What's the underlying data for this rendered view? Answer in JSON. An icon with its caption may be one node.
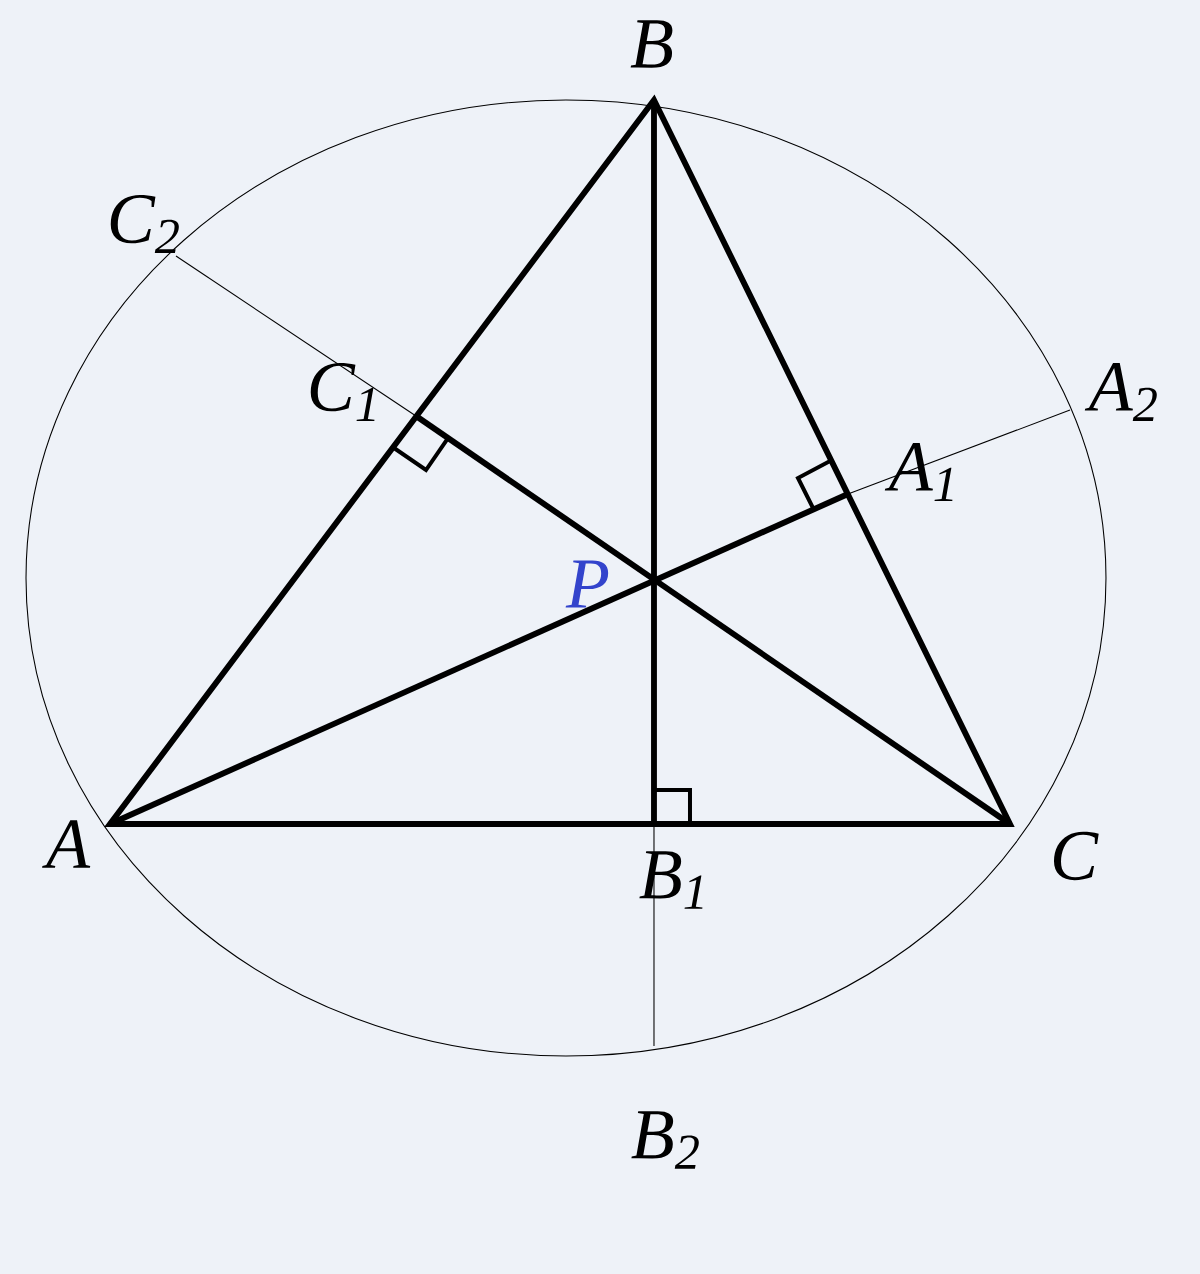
{
  "diagram": {
    "labels": [
      "B",
      "C$_{2}$",
      "C$_{1}$",
      "A$_{2}$",
      "A$_{1}$",
      "P",
      "A",
      "C",
      "B$_{1}$",
      "B$_{2}$"
    ]
  }
}
